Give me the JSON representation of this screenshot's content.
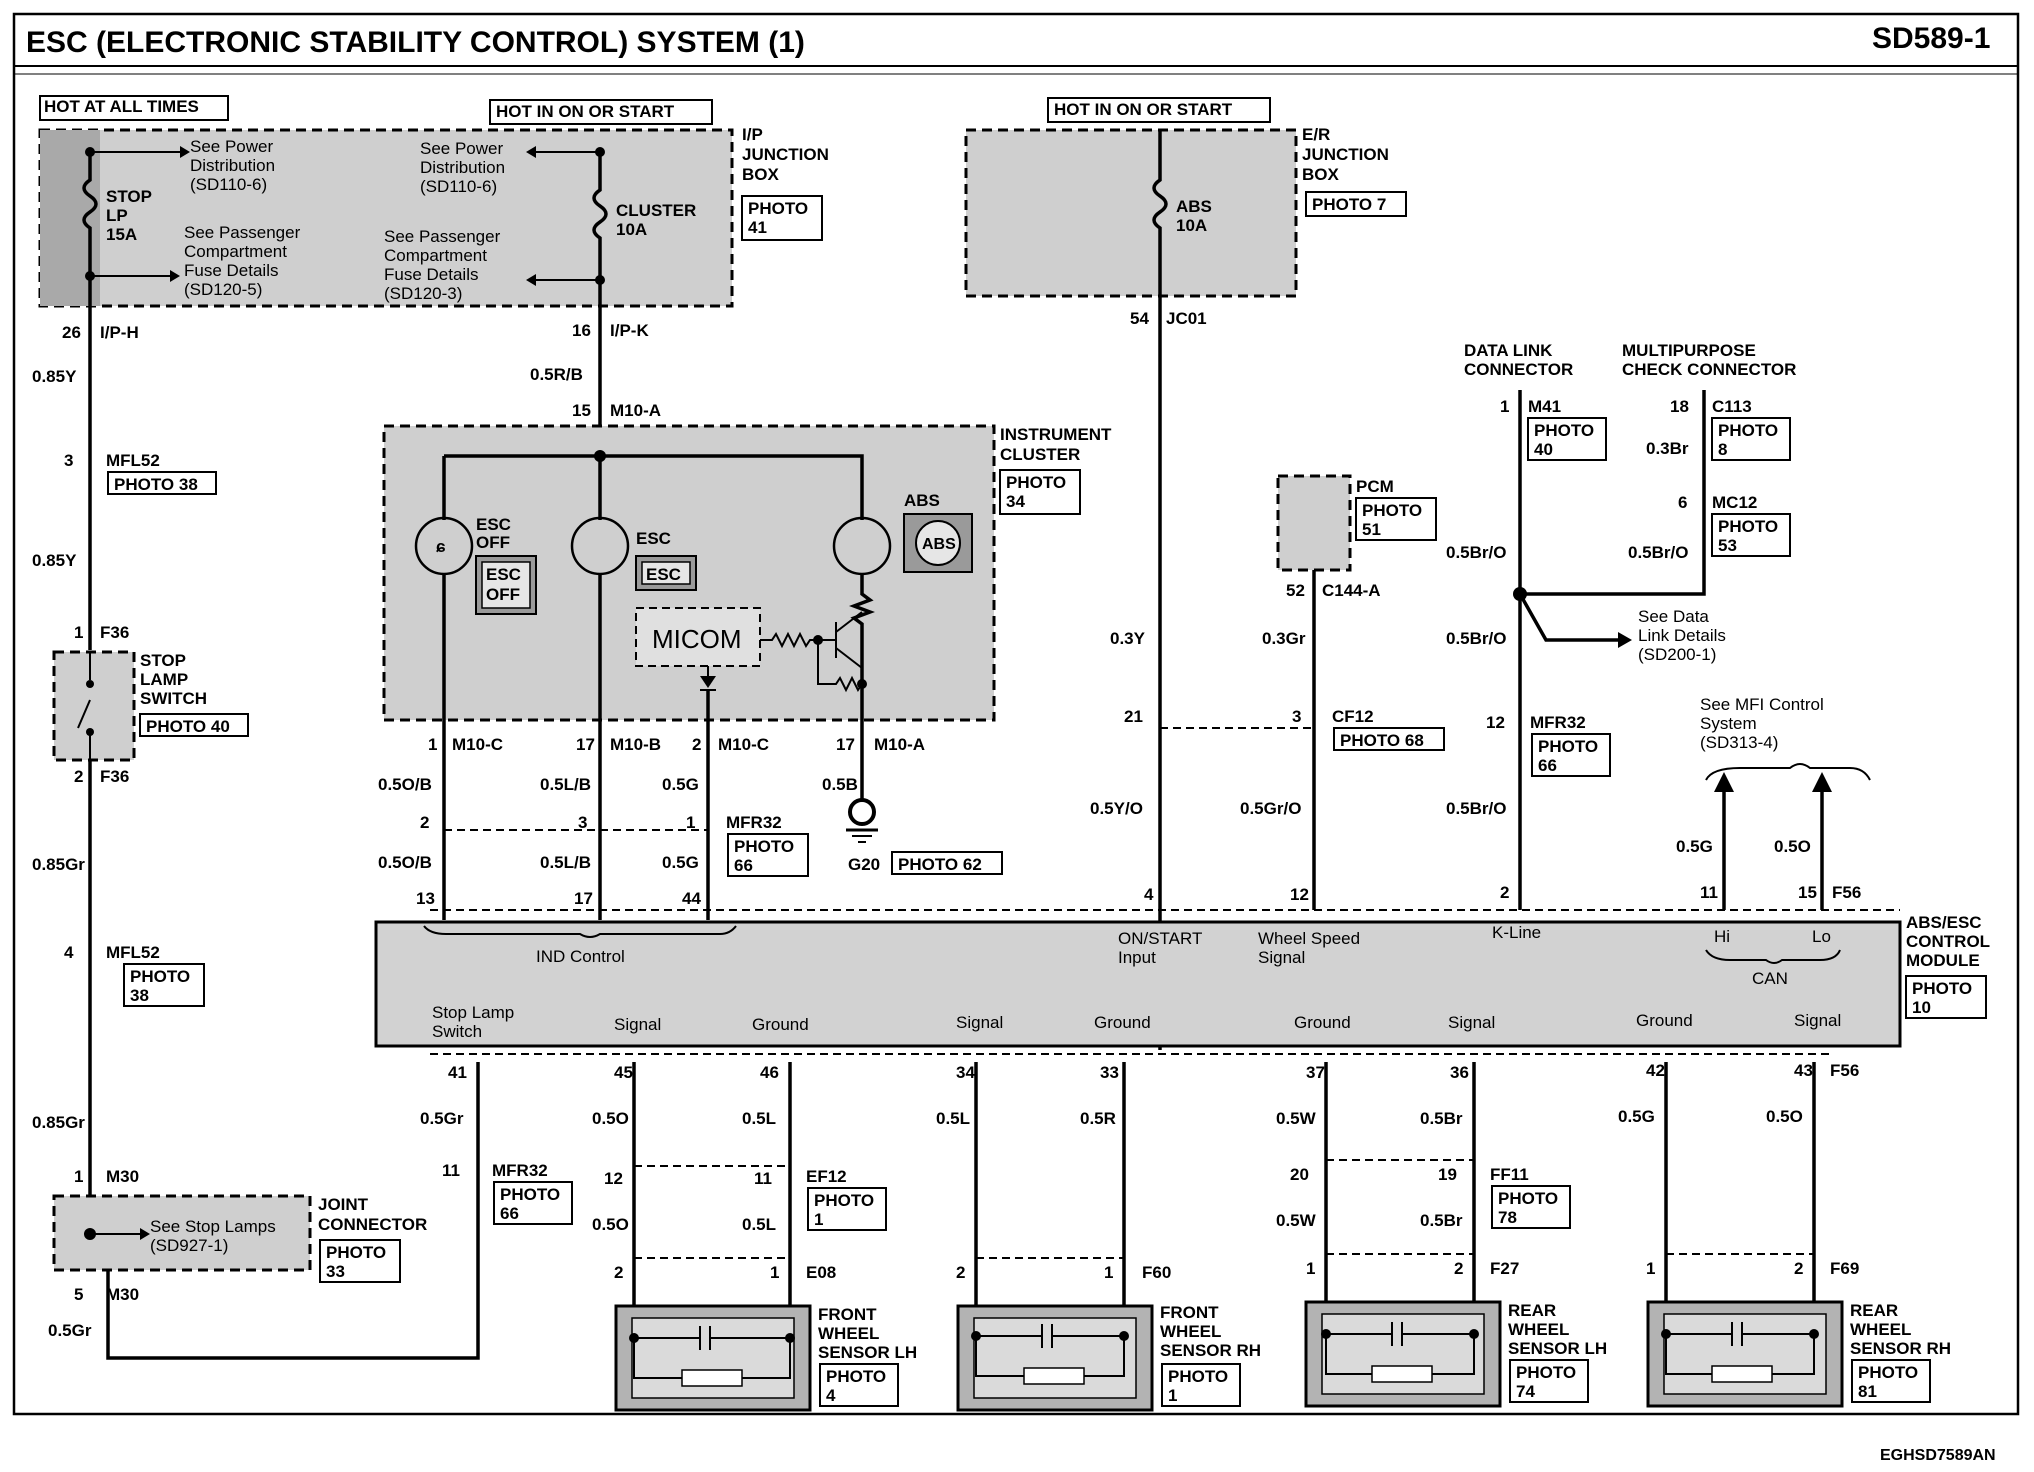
{
  "title": "ESC (ELECTRONIC STABILITY CONTROL) SYSTEM (1)",
  "page_code": "SD589-1",
  "footer_code": "EGHSD7589AN",
  "hot_labels": [
    "HOT AT ALL TIMES",
    "HOT IN ON OR START",
    "HOT IN ON OR START"
  ],
  "ip_junction": {
    "name": "I/P\nJUNCTION\nBOX",
    "photo": "PHOTO\n41",
    "fuse1": "STOP\nLP\n15A",
    "fuse2": "CLUSTER\n10A",
    "ref1": "See Power\nDistribution\n(SD110-6)",
    "ref2": "See Passenger\nCompartment\nFuse Details\n(SD120-5)",
    "ref3": "See Power\nDistribution\n(SD110-6)",
    "ref4": "See Passenger\nCompartment\nFuse Details\n(SD120-3)"
  },
  "er_junction": {
    "name": "E/R\nJUNCTION\nBOX",
    "photo": "PHOTO 7",
    "fuse": "ABS\n10A"
  },
  "connectors": {
    "iph": "I/P-H",
    "iph_pin": "26",
    "ipk": "I/P-K",
    "ipk_pin": "16",
    "jc01": "JC01",
    "jc01_pin": "54",
    "m10a_top": "M10-A",
    "m10a_top_pin": "15",
    "mfl52_a": "MFL52",
    "mfl52_a_pin": "3",
    "mfl52_a_photo": "PHOTO 38",
    "f36_top": "F36",
    "f36_top_pin": "1",
    "f36_bot": "F36",
    "f36_bot_pin": "2",
    "mfl52_b": "MFL52",
    "mfl52_b_pin": "4",
    "mfl52_b_photo": "PHOTO\n38",
    "m30_top": "M30",
    "m30_top_pin": "1",
    "m30_bot": "M30",
    "m30_bot_pin": "5",
    "m10c_1": "M10-C",
    "m10c_1_pin": "1",
    "m10b": "M10-B",
    "m10b_pin": "17",
    "m10c_2": "M10-C",
    "m10c_2_pin": "2",
    "m10a_bot": "M10-A",
    "m10a_bot_pin": "17",
    "mfr32_a": "MFR32",
    "mfr32_a_photo": "PHOTO\n66",
    "mfr32_b": "MFR32",
    "mfr32_b_pin": "11",
    "mfr32_b_photo": "PHOTO\n66",
    "g20": "G20",
    "g20_photo": "PHOTO 62",
    "c144a": "C144-A",
    "c144a_pin": "52",
    "cf12": "CF12",
    "cf12_photo": "PHOTO 68",
    "m41": "M41",
    "m41_pin": "1",
    "m41_photo": "PHOTO\n40",
    "c113": "C113",
    "c113_pin": "18",
    "c113_photo": "PHOTO\n8",
    "mc12": "MC12",
    "mc12_pin": "6",
    "mc12_photo": "PHOTO\n53",
    "mfr32_c": "MFR32",
    "mfr32_c_pin": "12",
    "mfr32_c_photo": "PHOTO\n66",
    "f56_top": "F56",
    "f56_bot": "F56",
    "ef12": "EF12",
    "ef12_photo": "PHOTO\n1",
    "e08": "E08",
    "f60": "F60",
    "f27": "F27",
    "f69": "F69",
    "ff11": "FF11",
    "ff11_photo": "PHOTO\n78"
  },
  "wires": {
    "w_085y_1": "0.85Y",
    "w_085y_2": "0.85Y",
    "w_085gr_1": "0.85Gr",
    "w_085gr_2": "0.85Gr",
    "w_05gr_l": "0.5Gr",
    "w_05rb": "0.5R/B",
    "w_05ob_1": "0.5O/B",
    "w_05ob_2": "0.5O/B",
    "w_05lb_1": "0.5L/B",
    "w_05lb_2": "0.5L/B",
    "w_05g_1": "0.5G",
    "w_05g_2": "0.5G",
    "w_05b": "0.5B",
    "w_03y": "0.3Y",
    "w_05yo": "0.5Y/O",
    "w_03gr": "0.3Gr",
    "w_05gro": "0.5Gr/O",
    "w_05bro_1": "0.5Br/O",
    "w_05bro_2": "0.5Br/O",
    "w_05bro_3": "0.5Br/O",
    "w_05bro_4": "0.5Br/O",
    "w_03br": "0.3Br",
    "w_05g_can": "0.5G",
    "w_05o_can": "0.5O",
    "w_05gr_41": "0.5Gr",
    "w_05o_45": "0.5O",
    "w_05l_46": "0.5L",
    "w_05o_b": "0.5O",
    "w_05l_b": "0.5L",
    "w_05l_34": "0.5L",
    "w_05r_33": "0.5R",
    "w_05w_37": "0.5W",
    "w_05br_36": "0.5Br",
    "w_05w_b": "0.5W",
    "w_05br_b": "0.5Br",
    "w_05g_42": "0.5G",
    "w_05o_43": "0.5O"
  },
  "pins": [
    "13",
    "17",
    "44",
    "4",
    "12",
    "2",
    "11",
    "15",
    "41",
    "45",
    "46",
    "34",
    "33",
    "37",
    "36",
    "42",
    "43",
    "2",
    "3",
    "1",
    "21",
    "3",
    "12",
    "11",
    "20",
    "19",
    "2",
    "1",
    "2",
    "1",
    "1",
    "2",
    "1",
    "2"
  ],
  "cluster": {
    "name": "INSTRUMENT\nCLUSTER",
    "photo": "PHOTO\n34",
    "esc_off": "ESC\nOFF",
    "esc_off_box": "ESC\nOFF",
    "esc": "ESC",
    "esc_box": "ESC",
    "abs": "ABS",
    "abs_sym": "ABS",
    "micom": "MICOM"
  },
  "pcm": {
    "name": "PCM",
    "photo": "PHOTO\n51"
  },
  "data_link": {
    "title": "DATA LINK\nCONNECTOR",
    "ref": "See Data\nLink Details\n(SD200-1)"
  },
  "multipurpose": {
    "title": "MULTIPURPOSE\nCHECK CONNECTOR"
  },
  "mfi_ref": "See MFI Control\nSystem\n(SD313-4)",
  "module": {
    "name": "ABS/ESC\nCONTROL\nMODULE",
    "photo": "PHOTO\n10",
    "ind": "IND Control",
    "onstart": "ON/START\nInput",
    "wss": "Wheel Speed\nSignal",
    "kline": "K-Line",
    "hi": "Hi",
    "lo": "Lo",
    "can": "CAN",
    "stop_lamp": "Stop Lamp\nSwitch",
    "sig1": "Signal",
    "gnd1": "Ground",
    "sig2": "Signal",
    "gnd2": "Ground",
    "gnd3": "Ground",
    "sig3": "Signal",
    "gnd4": "Ground",
    "sig4": "Signal"
  },
  "stop_lamp_switch": {
    "name": "STOP\nLAMP\nSWITCH",
    "photo": "PHOTO 40"
  },
  "joint": {
    "name": "JOINT\nCONNECTOR",
    "photo": "PHOTO\n33",
    "ref": "See Stop Lamps\n(SD927-1)"
  },
  "sensors": [
    {
      "name": "FRONT\nWHEEL\nSENSOR LH",
      "photo": "PHOTO\n4"
    },
    {
      "name": "FRONT\nWHEEL\nSENSOR RH",
      "photo": "PHOTO\n1"
    },
    {
      "name": "REAR\nWHEEL\nSENSOR LH",
      "photo": "PHOTO\n74"
    },
    {
      "name": "REAR\nWHEEL\nSENSOR RH",
      "photo": "PHOTO\n81"
    }
  ]
}
